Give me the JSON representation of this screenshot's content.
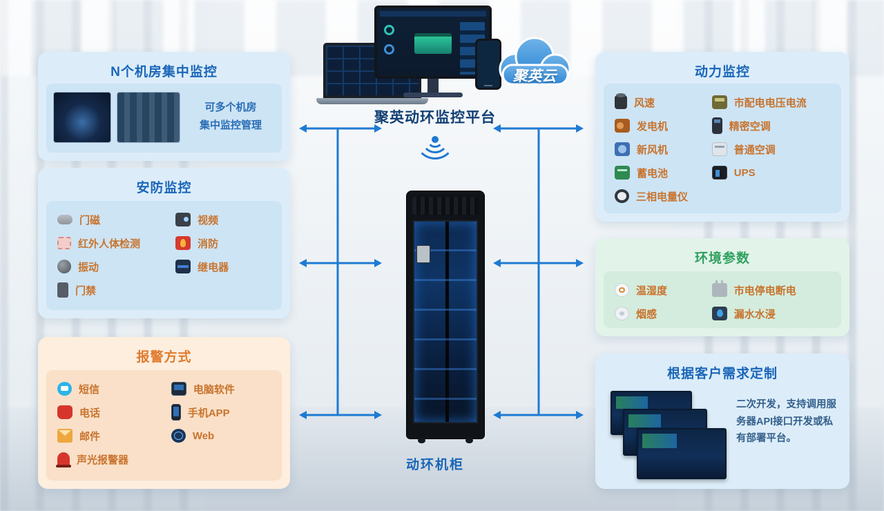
{
  "colors": {
    "accent_blue": "#1f78d2",
    "title_blue": "#1a66b8",
    "title_orange": "#e07a2e",
    "title_green": "#2fa05e",
    "item_text_orange": "#c8742e",
    "panel_blue_bg": "#dcedf9",
    "panel_orange_bg": "#fdeede",
    "panel_green_bg": "#e2f3e9",
    "cloud_blue": "#2f86d4"
  },
  "center": {
    "platform_title": "聚英动环监控平台",
    "cloud_label": "聚英云",
    "cabinet_label": "动环机柜"
  },
  "panels": {
    "rooms": {
      "title": "N个机房集中监控",
      "caption_line1": "可多个机房",
      "caption_line2": "集中监控管理"
    },
    "security": {
      "title": "安防监控",
      "items": [
        {
          "icon": "door-magnet-icon",
          "label": "门磁"
        },
        {
          "icon": "camera-icon",
          "label": "视频"
        },
        {
          "icon": "infrared-icon",
          "label": "红外人体检测"
        },
        {
          "icon": "fire-icon",
          "label": "消防"
        },
        {
          "icon": "vibration-icon",
          "label": "振动"
        },
        {
          "icon": "relay-icon",
          "label": "继电器"
        },
        {
          "icon": "access-icon",
          "label": "门禁"
        }
      ]
    },
    "alarm": {
      "title": "报警方式",
      "items": [
        {
          "icon": "sms-icon",
          "label": "短信"
        },
        {
          "icon": "software-icon",
          "label": "电脑软件"
        },
        {
          "icon": "phone-icon",
          "label": "电话"
        },
        {
          "icon": "app-icon",
          "label": "手机APP"
        },
        {
          "icon": "mail-icon",
          "label": "邮件"
        },
        {
          "icon": "web-icon",
          "label": "Web"
        },
        {
          "icon": "siren-icon",
          "label": "声光报警器"
        }
      ]
    },
    "power": {
      "title": "动力监控",
      "items": [
        {
          "icon": "anemometer-icon",
          "label": "风速"
        },
        {
          "icon": "voltage-icon",
          "label": "市配电电压电流"
        },
        {
          "icon": "generator-icon",
          "label": "发电机"
        },
        {
          "icon": "precision-ac-icon",
          "label": "精密空调"
        },
        {
          "icon": "fresh-air-icon",
          "label": "新风机"
        },
        {
          "icon": "ac-icon",
          "label": "普通空调"
        },
        {
          "icon": "battery-icon",
          "label": "蓄电池"
        },
        {
          "icon": "ups-icon",
          "label": "UPS"
        },
        {
          "icon": "power-meter-icon",
          "label": "三相电量仪"
        }
      ]
    },
    "environment": {
      "title": "环境参数",
      "items": [
        {
          "icon": "temp-humidity-icon",
          "label": "温湿度"
        },
        {
          "icon": "outage-icon",
          "label": "市电停电断电"
        },
        {
          "icon": "smoke-icon",
          "label": "烟感"
        },
        {
          "icon": "water-icon",
          "label": "漏水水浸"
        }
      ]
    },
    "custom": {
      "title": "根据客户需求定制",
      "description": "二次开发，支持调用服务器API接口开发或私有部署平台。"
    }
  }
}
